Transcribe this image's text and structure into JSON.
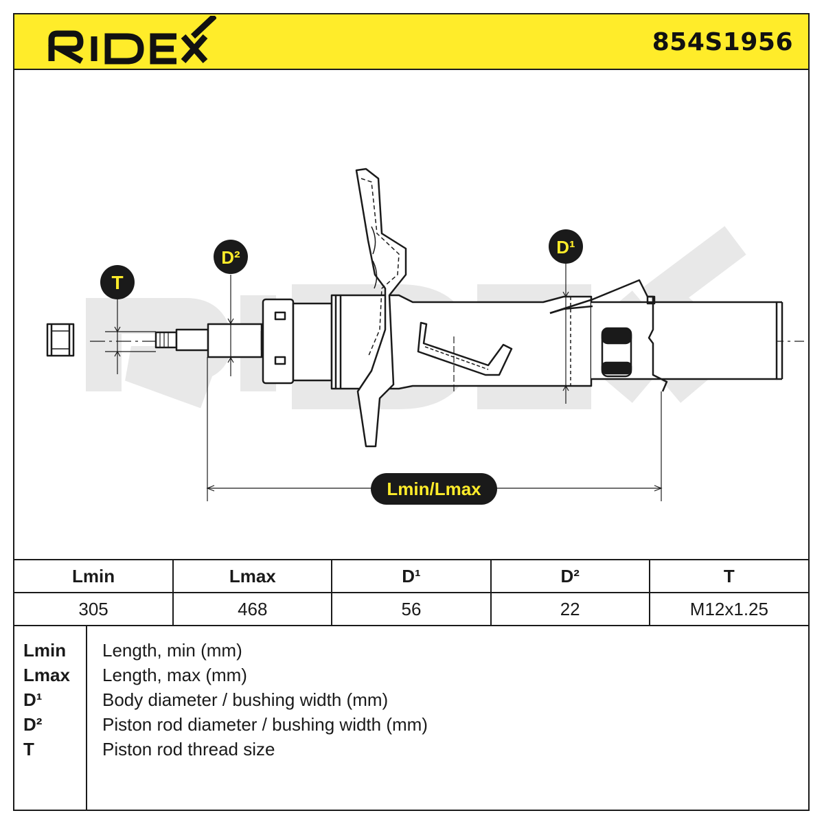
{
  "header": {
    "brand": "RIDEX",
    "part_number": "854S1956"
  },
  "diagram": {
    "labels": {
      "T": "T",
      "D2": "D²",
      "D1": "D¹",
      "L": "Lmin/Lmax"
    },
    "colors": {
      "header_bg": "#ffec2a",
      "badge_bg": "#1a1a1a",
      "badge_text": "#ffec2a",
      "watermark": "#e6e6e6"
    }
  },
  "specs": {
    "headers": [
      "Lmin",
      "Lmax",
      "D¹",
      "D²",
      "T"
    ],
    "values": [
      "305",
      "468",
      "56",
      "22",
      "M12x1.25"
    ]
  },
  "legend": [
    {
      "symbol": "Lmin",
      "description": "Length, min (mm)"
    },
    {
      "symbol": "Lmax",
      "description": "Length, max (mm)"
    },
    {
      "symbol": "D¹",
      "description": "Body diameter / bushing width (mm)"
    },
    {
      "symbol": "D²",
      "description": "Piston rod diameter / bushing width (mm)"
    },
    {
      "symbol": "T",
      "description": "Piston rod thread size"
    }
  ]
}
